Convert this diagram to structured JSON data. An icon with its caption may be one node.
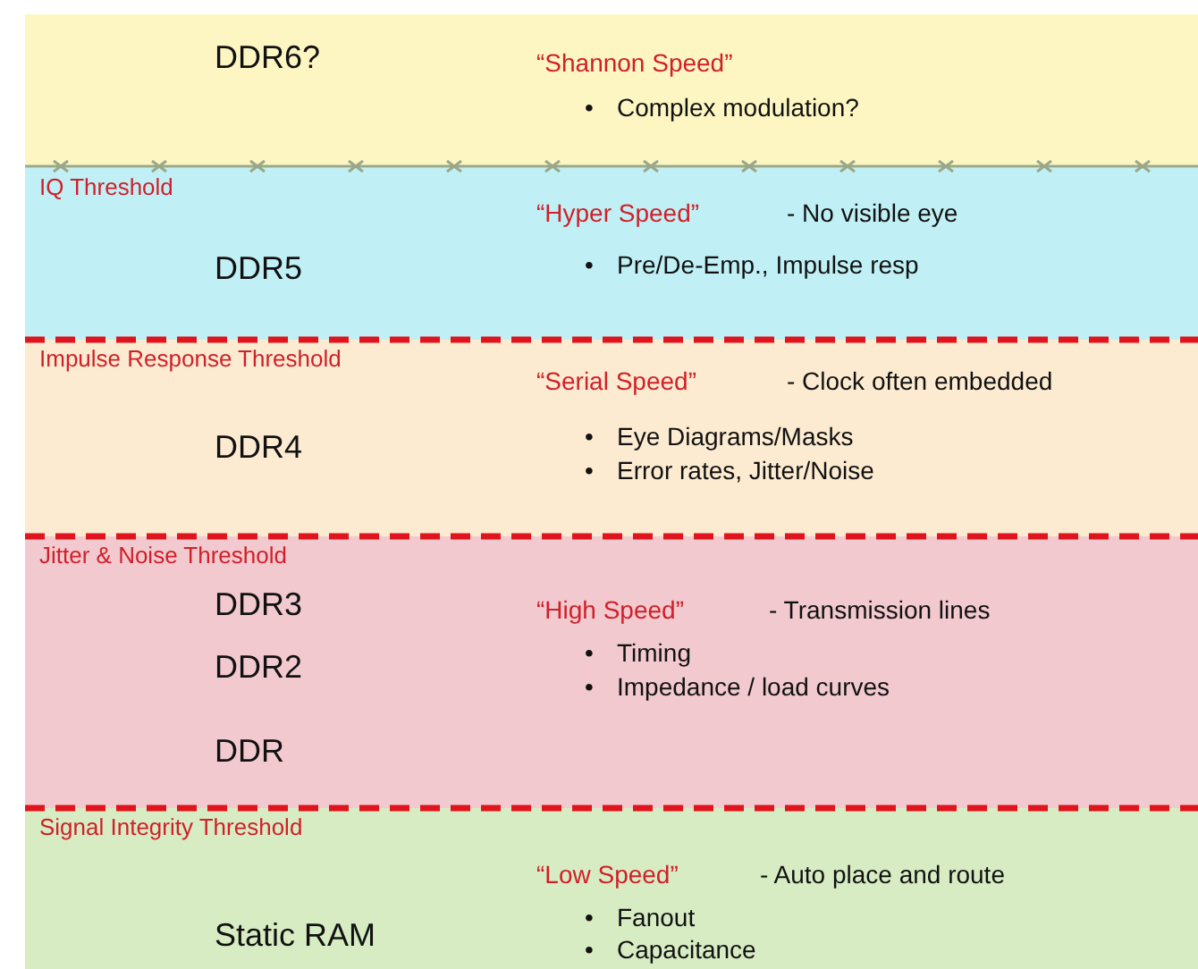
{
  "diagram": {
    "nodes": [
      {
        "text": [
          "DDR6?",
          "“Shannon Speed”",
          "•",
          "Complex modulation?"
        ]
      },
      {
        "text": [
          "IQ Threshold",
          "DDR5",
          "“Hyper Speed”",
          "- No visible eye",
          "•",
          "Pre/De-Emp., Impulse resp"
        ]
      },
      {
        "text": [
          "Impulse Response Threshold",
          "DDR4",
          "“Serial Speed”",
          "- Clock often embedded",
          "•",
          "Eye Diagrams/Masks",
          "•",
          "Error rates, Jitter/Noise"
        ]
      },
      {
        "text": [
          "Jitter & Noise Threshold",
          "DDR3",
          "DDR2",
          "DDR",
          "“High Speed”",
          "- Transmission lines",
          "•",
          "Timing",
          "•",
          "Impedance / load curves"
        ]
      },
      {
        "text": [
          "Signal Integrity Threshold",
          "Static RAM",
          "“Low Speed”",
          "- Auto place and route",
          "•",
          "Fanout",
          "•",
          "Capacitance"
        ]
      }
    ],
    "edges": []
  }
}
